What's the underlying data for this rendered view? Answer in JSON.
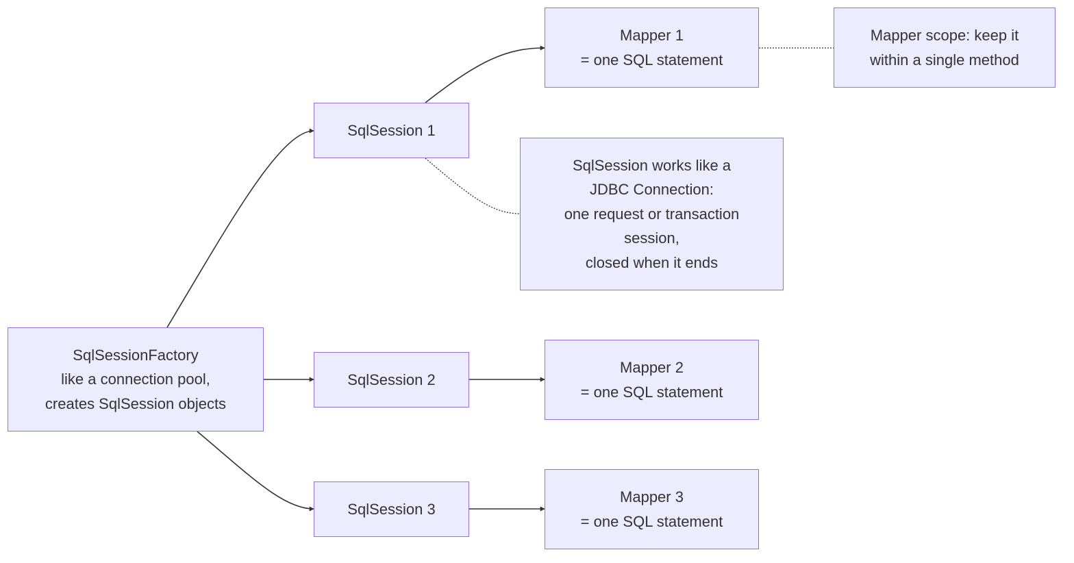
{
  "diagram": {
    "nodes": {
      "factory": {
        "text": "SqlSessionFactory\nlike a connection pool,\ncreates SqlSession objects"
      },
      "session1": {
        "text": "SqlSession 1"
      },
      "session2": {
        "text": "SqlSession 2"
      },
      "session3": {
        "text": "SqlSession 3"
      },
      "mapper1": {
        "text": "Mapper 1\n= one SQL statement"
      },
      "mapper2": {
        "text": "Mapper 2\n= one SQL statement"
      },
      "mapper3": {
        "text": "Mapper 3\n= one SQL statement"
      },
      "session_note": {
        "text": "SqlSession works like a\nJDBC Connection:\none request or transaction\nsession,\nclosed when it ends"
      },
      "mapper_note": {
        "text": "Mapper scope: keep it\nwithin a single method"
      }
    },
    "edges": [
      {
        "from": "factory",
        "to": "session1",
        "style": "solid-arrow"
      },
      {
        "from": "factory",
        "to": "session2",
        "style": "solid-arrow"
      },
      {
        "from": "factory",
        "to": "session3",
        "style": "solid-arrow"
      },
      {
        "from": "session1",
        "to": "mapper1",
        "style": "solid-arrow"
      },
      {
        "from": "session2",
        "to": "mapper2",
        "style": "solid-arrow"
      },
      {
        "from": "session3",
        "to": "mapper3",
        "style": "solid-arrow"
      },
      {
        "from": "session1",
        "to": "session_note",
        "style": "dotted"
      },
      {
        "from": "mapper1",
        "to": "mapper_note",
        "style": "dotted"
      }
    ],
    "colors": {
      "node_fill": "#ececff",
      "node_border": "#9370db",
      "edge": "#333333",
      "text": "#333333"
    }
  }
}
